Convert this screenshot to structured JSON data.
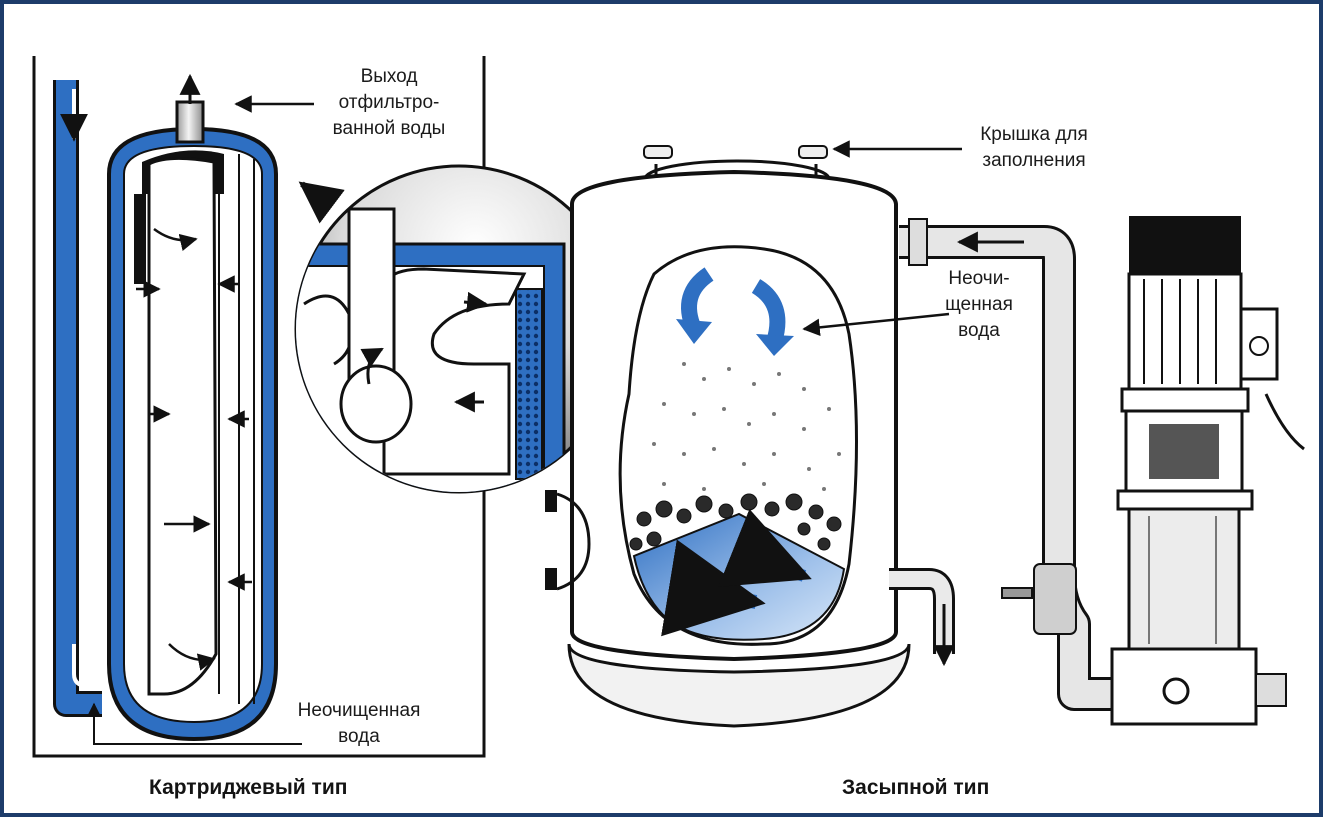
{
  "labels": {
    "outlet": "Выход\nотфильтро-\nванной воды",
    "raw_water_left": "Неочищенная\nвода",
    "fill_lid": "Крышка для\nзаполнения",
    "raw_water_right": "Неочи-\nщенная\nвода"
  },
  "captions": {
    "cartridge": "Картриджевый тип",
    "bulk": "Засыпной тип"
  },
  "colors": {
    "water_blue": "#2e6fc2",
    "frame": "#1d3c6a",
    "outline": "#111111"
  }
}
